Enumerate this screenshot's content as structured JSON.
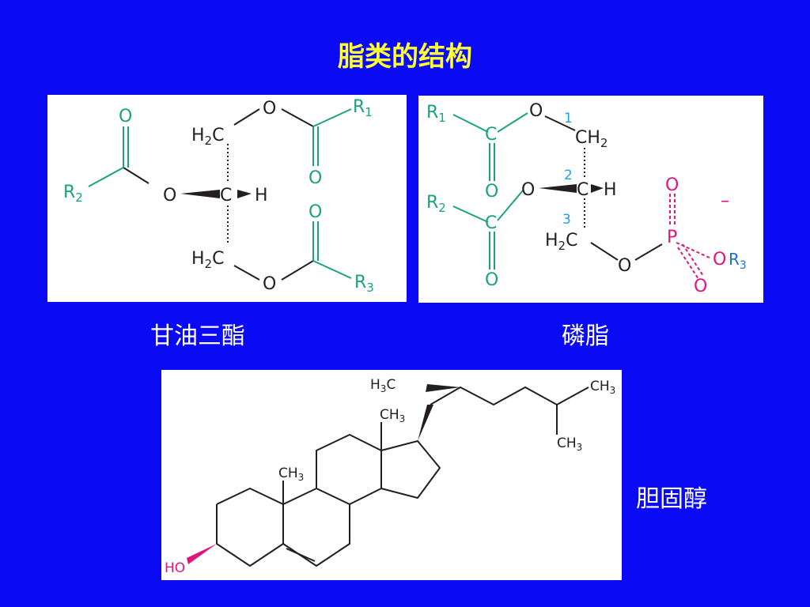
{
  "title": "脂类的结构",
  "captions": {
    "triglyceride": "甘油三酯",
    "phospholipid": "磷脂",
    "cholesterol": "胆固醇"
  },
  "colors": {
    "background": "#0a0af5",
    "title": "#ffff33",
    "caption": "#ffffff",
    "acyl_green": "#1aa37a",
    "phosphate_magenta": "#e0157e",
    "number_blue": "#1ca3e0",
    "bond_black": "#231f20"
  },
  "triglyceride": {
    "R1": "R",
    "R1_sub": "1",
    "R2": "R",
    "R2_sub": "2",
    "R3": "R",
    "R3_sub": "3",
    "O": "O",
    "H": "H",
    "C": "C",
    "H2C": "H",
    "H2C_sub": "2",
    "H2C_c": "C"
  },
  "phospholipid": {
    "R1": "R",
    "R1_sub": "1",
    "R2": "R",
    "R2_sub": "2",
    "R3": "R",
    "R3_sub": "3",
    "O": "O",
    "C": "C",
    "H": "H",
    "P": "P",
    "CH2": "CH",
    "CH2_sub": "2",
    "H2C": "H",
    "H2C_sub": "2",
    "H2C_c": "C",
    "charge": "–",
    "n1": "1",
    "n2": "2",
    "n3": "3"
  },
  "cholesterol": {
    "H3C": "H",
    "H3C_sub": "3",
    "H3C_c": "C",
    "CH3": "CH",
    "CH3_sub": "3",
    "HO": "HO"
  }
}
